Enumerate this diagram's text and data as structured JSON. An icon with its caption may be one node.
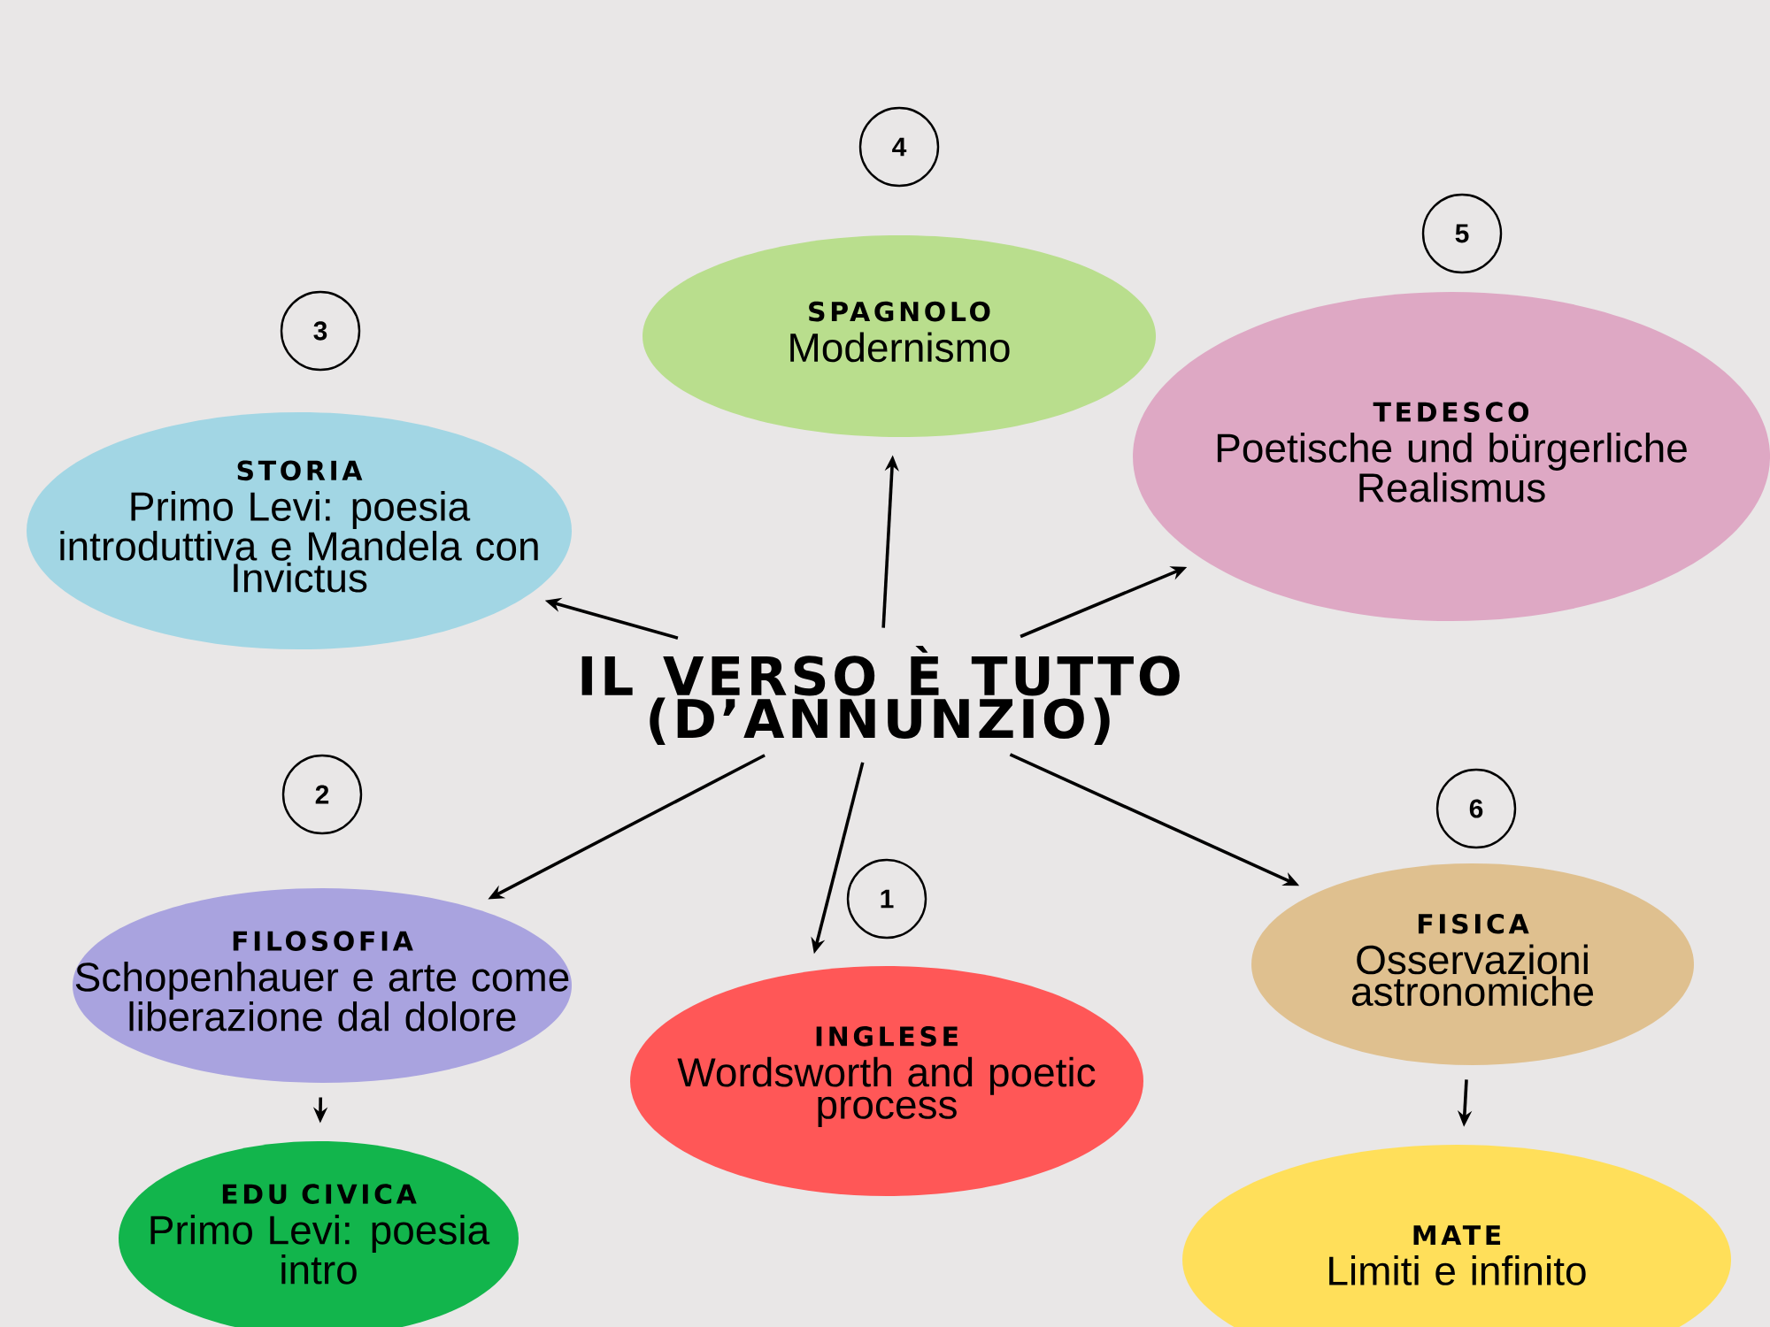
{
  "diagram": {
    "nodes": [
      {
        "text": [
          "IL VERSO È TUTTO (D’ANNUNZIO)"
        ]
      },
      {
        "text": [
          "4"
        ]
      },
      {
        "text": [
          "SPAGNOLO",
          "Modernismo"
        ]
      },
      {
        "text": [
          "5"
        ]
      },
      {
        "text": [
          "TEDESCO",
          "Poetische und bürgerliche Realismus"
        ]
      },
      {
        "text": [
          "3"
        ]
      },
      {
        "text": [
          "STORIA",
          "Primo Levi: poesia introduttiva e Mandela con Invictus"
        ]
      },
      {
        "text": [
          "2"
        ]
      },
      {
        "text": [
          "FILOSOFIA",
          "Schopenhauer e arte come liberazione dal dolore"
        ]
      },
      {
        "text": [
          "1"
        ]
      },
      {
        "text": [
          "INGLESE",
          "Wordsworth and poetic process"
        ]
      },
      {
        "text": [
          "6"
        ]
      },
      {
        "text": [
          "FISICA",
          "Osservazioni astronomiche"
        ]
      },
      {
        "text": [
          "EDU CIVICA",
          "Primo Levi: poesia intro"
        ]
      },
      {
        "text": [
          "MATE",
          "Limiti e infinito"
        ]
      }
    ],
    "edges": [
      {
        "from": 0,
        "to": 6,
        "arrow": "to"
      },
      {
        "from": 0,
        "to": 2,
        "arrow": "to"
      },
      {
        "from": 0,
        "to": 4,
        "arrow": "to"
      },
      {
        "from": 0,
        "to": 8,
        "arrow": "to"
      },
      {
        "from": 0,
        "to": 10,
        "arrow": "to"
      },
      {
        "from": 0,
        "to": 12,
        "arrow": "to"
      },
      {
        "from": 8,
        "to": 13,
        "arrow": "to"
      },
      {
        "from": 12,
        "to": 14,
        "arrow": "to"
      }
    ]
  }
}
